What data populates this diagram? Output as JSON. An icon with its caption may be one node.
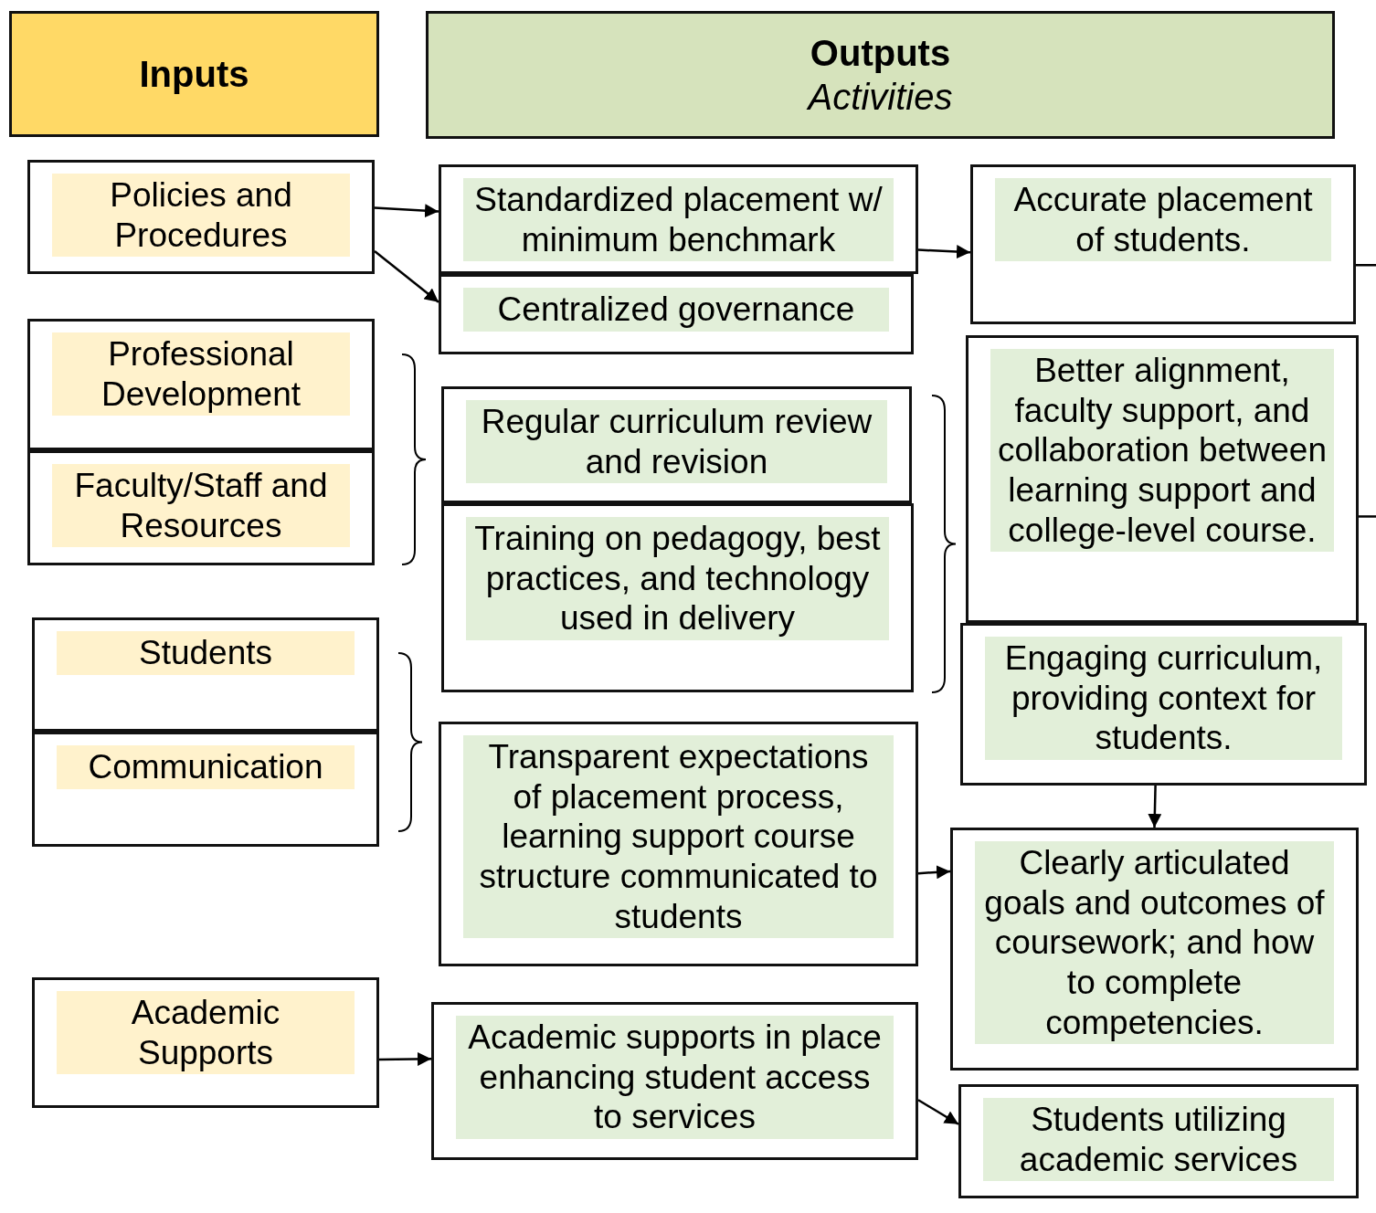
{
  "diagram": {
    "nodes": [
      {
        "text": [
          "Inputs"
        ]
      },
      {
        "text": [
          "Outputs",
          "Activities"
        ]
      },
      {
        "text": [
          "Policies and Procedures"
        ]
      },
      {
        "text": [
          "Standardized placement w/ minimum benchmark"
        ]
      },
      {
        "text": [
          "Centralized governance"
        ]
      },
      {
        "text": [
          "Accurate placement of students."
        ]
      },
      {
        "text": [
          "Professional Development"
        ]
      },
      {
        "text": [
          "Faculty/Staff and Resources"
        ]
      },
      {
        "text": [
          "Regular curriculum review and revision"
        ]
      },
      {
        "text": [
          "Training on pedagogy, best practices, and technology used in delivery"
        ]
      },
      {
        "text": [
          "Better alignment, faculty support, and collaboration between learning support and college-level course."
        ]
      },
      {
        "text": [
          "Students"
        ]
      },
      {
        "text": [
          "Communication"
        ]
      },
      {
        "text": [
          "Engaging curriculum, providing context for students."
        ]
      },
      {
        "text": [
          "Transparent expectations of placement process, learning support course structure communicated to students"
        ]
      },
      {
        "text": [
          "Clearly articulated goals and outcomes of coursework; and how to complete competencies."
        ]
      },
      {
        "text": [
          "Academic Supports"
        ]
      },
      {
        "text": [
          "Academic supports in place enhancing student access to services"
        ]
      },
      {
        "text": [
          "Students utilizing academic services"
        ]
      }
    ],
    "edges": [
      {
        "from": 2,
        "to": 3,
        "arrow": "to"
      },
      {
        "from": 2,
        "to": 4,
        "arrow": "to"
      },
      {
        "from": 3,
        "to": 5,
        "arrow": "to"
      },
      {
        "from": 13,
        "to": 15,
        "arrow": "to"
      },
      {
        "from": 14,
        "to": 15,
        "arrow": "to"
      },
      {
        "from": 16,
        "to": 17,
        "arrow": "to"
      },
      {
        "from": 17,
        "to": 18,
        "arrow": "to"
      },
      {
        "from": 5,
        "to": null,
        "arrow": "none"
      },
      {
        "from": 10,
        "to": null,
        "arrow": "none"
      }
    ]
  }
}
